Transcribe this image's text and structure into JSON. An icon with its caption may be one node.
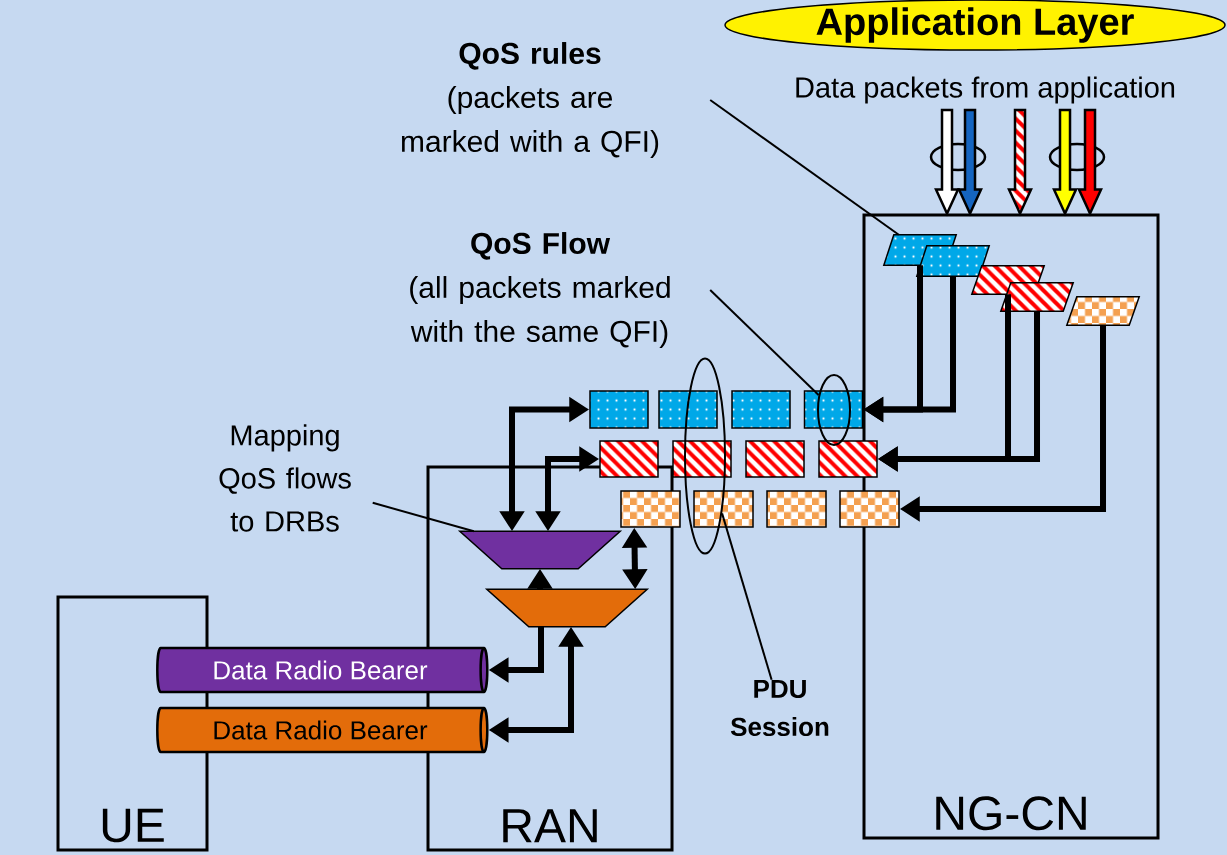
{
  "diagram": {
    "nodes": [
      {
        "text": [
          "Application Layer"
        ]
      },
      {
        "text": [
          "UE"
        ]
      },
      {
        "text": [
          "RAN"
        ]
      },
      {
        "text": [
          "NG-CN"
        ]
      },
      {
        "text": [
          "QoS rules",
          "(packets are marked with a QFI)"
        ]
      },
      {
        "text": [
          "QoS Flow",
          "(all packets marked with the same QFI)"
        ]
      },
      {
        "text": [
          "Mapping QoS flows to DRBs"
        ]
      },
      {
        "text": [
          "PDU Session"
        ]
      },
      {
        "text": [
          "Data Radio Bearer"
        ]
      },
      {
        "text": [
          "Data Radio Bearer"
        ]
      },
      {
        "text": [],
        "shape": "trapezoid",
        "in": 2
      },
      {
        "text": [],
        "shape": "trapezoid",
        "in": 2
      },
      {
        "text": [],
        "shape": "parallelogram",
        "in": 3
      },
      {
        "text": [],
        "shape": "parallelogram",
        "in": 3
      },
      {
        "text": [],
        "shape": "parallelogram",
        "in": 3
      },
      {
        "text": [],
        "shape": "parallelogram",
        "in": 3
      },
      {
        "text": [],
        "shape": "parallelogram",
        "in": 3
      },
      {
        "text": [],
        "shape": "box"
      },
      {
        "text": [],
        "shape": "box"
      },
      {
        "text": [],
        "shape": "box"
      },
      {
        "text": [],
        "shape": "box"
      },
      {
        "text": [],
        "shape": "box"
      },
      {
        "text": [],
        "shape": "box"
      },
      {
        "text": [],
        "shape": "box"
      },
      {
        "text": [],
        "shape": "box"
      },
      {
        "text": [],
        "shape": "box"
      },
      {
        "text": [],
        "shape": "box"
      },
      {
        "text": [],
        "shape": "box"
      },
      {
        "text": [],
        "shape": "box"
      },
      {
        "text": [],
        "shape": "ellipse"
      },
      {
        "text": [],
        "shape": "ellipse"
      }
    ],
    "edges": [
      {
        "from": null,
        "to": 3,
        "arrow": "to",
        "color": "#ffffff"
      },
      {
        "from": null,
        "to": 3,
        "arrow": "to",
        "color": "#1565c0"
      },
      {
        "from": null,
        "to": 3,
        "arrow": "to",
        "color": "#ff0000",
        "style": "dashed"
      },
      {
        "from": null,
        "to": 3,
        "arrow": "to",
        "color": "#ffff00"
      },
      {
        "from": null,
        "to": 3,
        "arrow": "to",
        "color": "#ff0000"
      },
      {
        "from": 12,
        "to": 20,
        "arrow": "to"
      },
      {
        "from": 13,
        "to": 20,
        "arrow": "to"
      },
      {
        "from": 14,
        "to": 24,
        "arrow": "to"
      },
      {
        "from": 15,
        "to": 24,
        "arrow": "to"
      },
      {
        "from": 16,
        "to": 28,
        "arrow": "to"
      },
      {
        "from": 10,
        "to": 17,
        "arrow": "both"
      },
      {
        "from": 10,
        "to": 21,
        "arrow": "both"
      },
      {
        "from": 11,
        "to": 25,
        "arrow": "both"
      },
      {
        "from": 11,
        "to": 10,
        "arrow": "to"
      },
      {
        "from": 11,
        "to": 8,
        "arrow": "to"
      },
      {
        "from": 11,
        "to": 9,
        "arrow": "both"
      },
      {
        "from": 4,
        "to": 12,
        "arrow": "none"
      },
      {
        "from": 5,
        "to": 30,
        "arrow": "none"
      },
      {
        "from": 6,
        "to": 10,
        "arrow": "none"
      },
      {
        "from": 7,
        "to": 29,
        "arrow": "none"
      }
    ],
    "labels": [
      "Data packets from application"
    ]
  }
}
